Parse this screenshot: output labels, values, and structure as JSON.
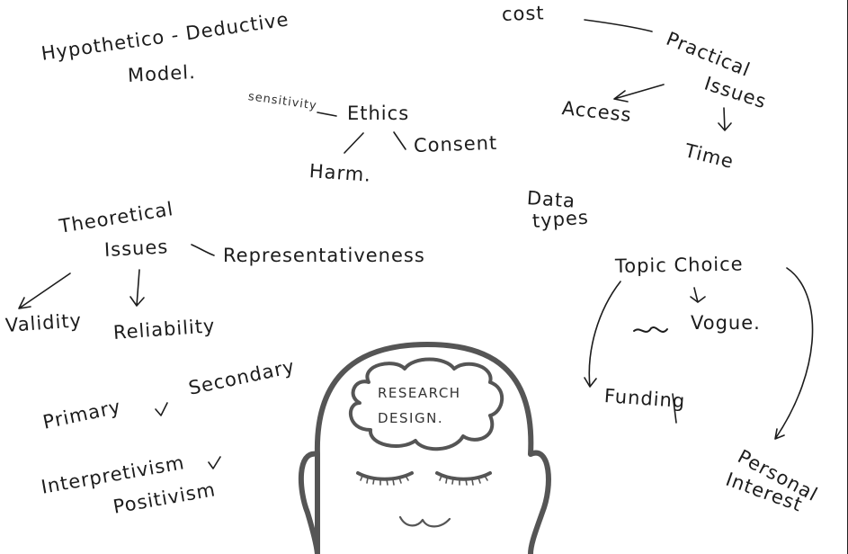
{
  "labels": {
    "cost": "cost",
    "practical": "Practical",
    "issues_practical": "Issues",
    "access": "Access",
    "time": "Time",
    "hypothetico": "Hypothetico - Deductive",
    "model": "Model.",
    "sensitivity": "sensitivity",
    "ethics": "Ethics",
    "harm": "Harm.",
    "consent": "Consent",
    "data": "Data",
    "types": "types",
    "theoretical": "Theoretical",
    "issues_theoretical": "Issues",
    "representativeness": "Representativeness",
    "validity": "Validity",
    "reliability": "Reliability",
    "topic_choice": "Topic  Choice",
    "vogue": "Vogue.",
    "funding": "Funding",
    "personal": "Personal",
    "interest": "Interest",
    "primary": "Primary",
    "tick1": "✓",
    "secondary": "Secondary",
    "interpretivism": "Interpretivism",
    "tick2": "✓",
    "positivism": "Positivism",
    "research": "RESEARCH",
    "design": "DESIGN."
  }
}
